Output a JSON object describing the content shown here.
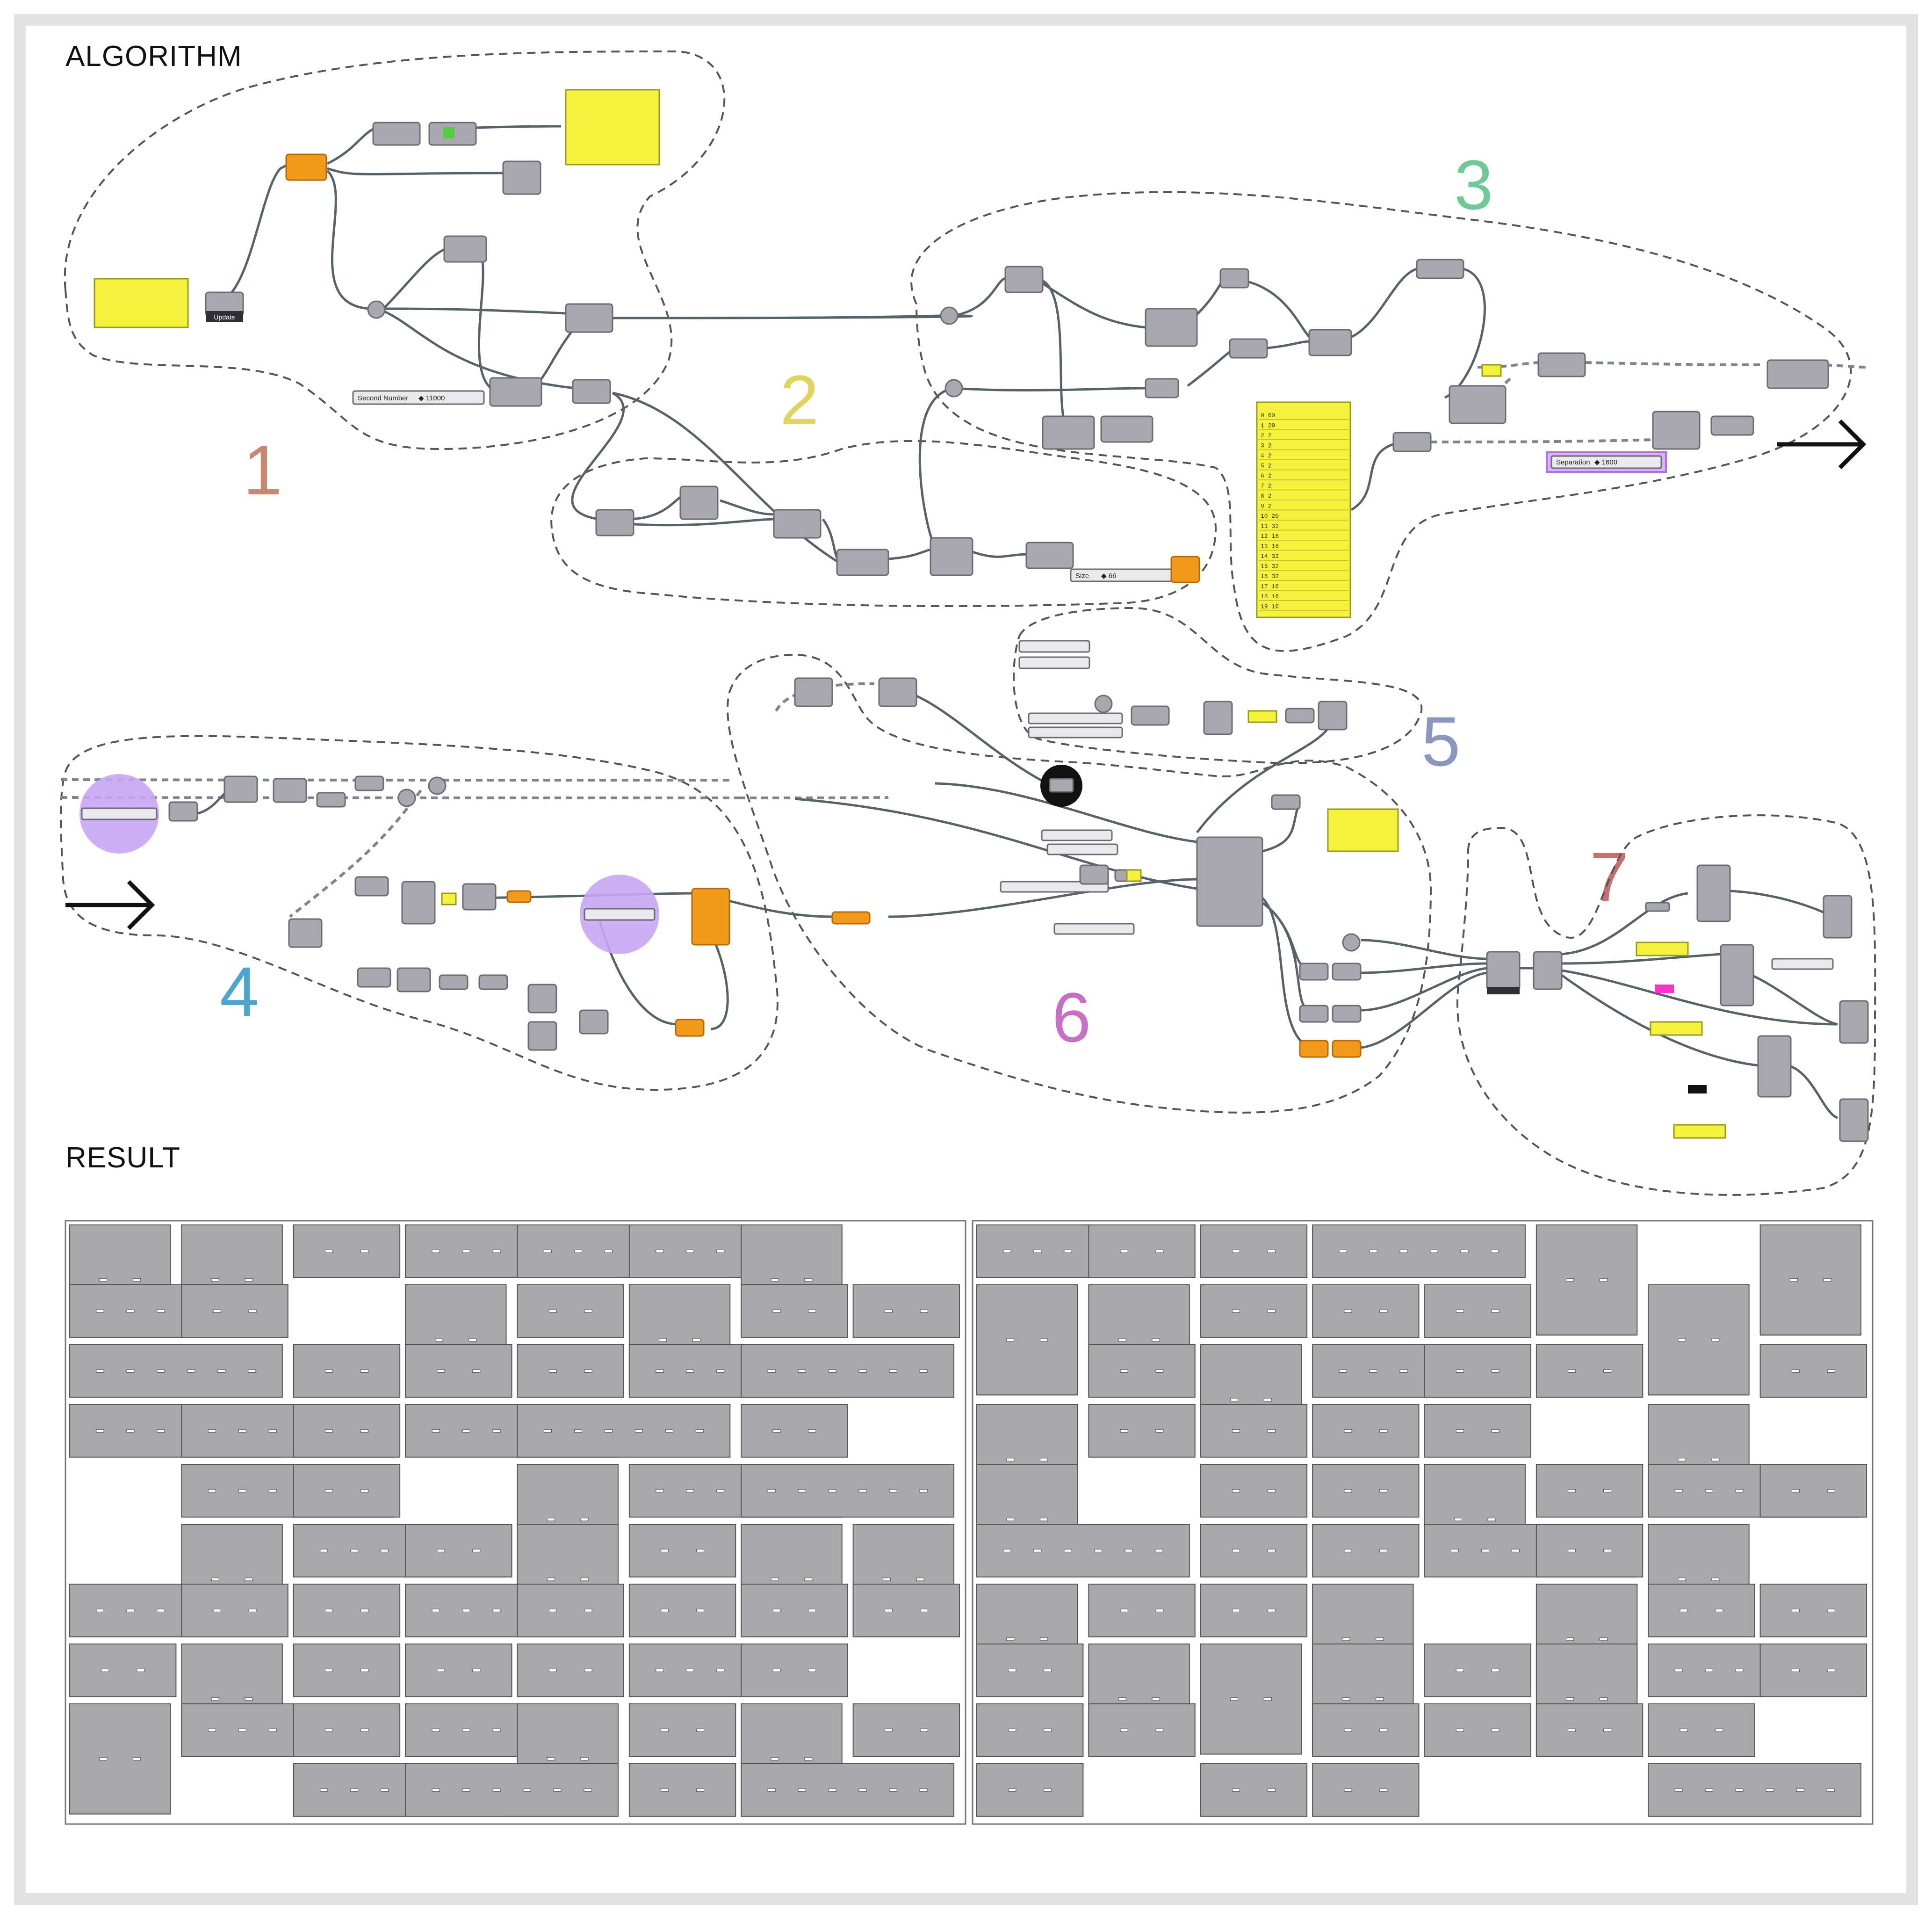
{
  "sections": {
    "algorithm_label": "ALGORITHM",
    "result_label": "RESULT"
  },
  "groups": [
    {
      "number": "1",
      "color": "#c98870"
    },
    {
      "number": "2",
      "color": "#e0d45c"
    },
    {
      "number": "3",
      "color": "#6fc996"
    },
    {
      "number": "4",
      "color": "#4aa6cf"
    },
    {
      "number": "5",
      "color": "#8a98c0"
    },
    {
      "number": "6",
      "color": "#c66fc4"
    },
    {
      "number": "7",
      "color": "#c76f70"
    }
  ],
  "sliders": {
    "second_number": {
      "label": "Second Number",
      "value": "◆ 11000"
    },
    "size": {
      "label": "Size",
      "value": "◆ 66"
    },
    "separation": {
      "label": "Separation",
      "value": "◆ 1600"
    }
  },
  "buttons": {
    "update": "Update"
  },
  "list_panel": {
    "rows": [
      "0 60",
      "1 20",
      "2 2",
      "3 2",
      "4 2",
      "5 2",
      "6 2",
      "7 2",
      "8 2",
      "9 2",
      "10 20",
      "11 32",
      "12 16",
      "13 16",
      "14 32",
      "15 32",
      "16 32",
      "17 16",
      "18 16",
      "19 16"
    ]
  },
  "colors": {
    "component": "#a8a8ae",
    "orange_component": "#f39a1c",
    "yellow_panel": "#f6f33e",
    "highlight_circle": "#c7a6f3",
    "switch_green": "#38e23a",
    "switch_magenta": "#ff33cc"
  }
}
